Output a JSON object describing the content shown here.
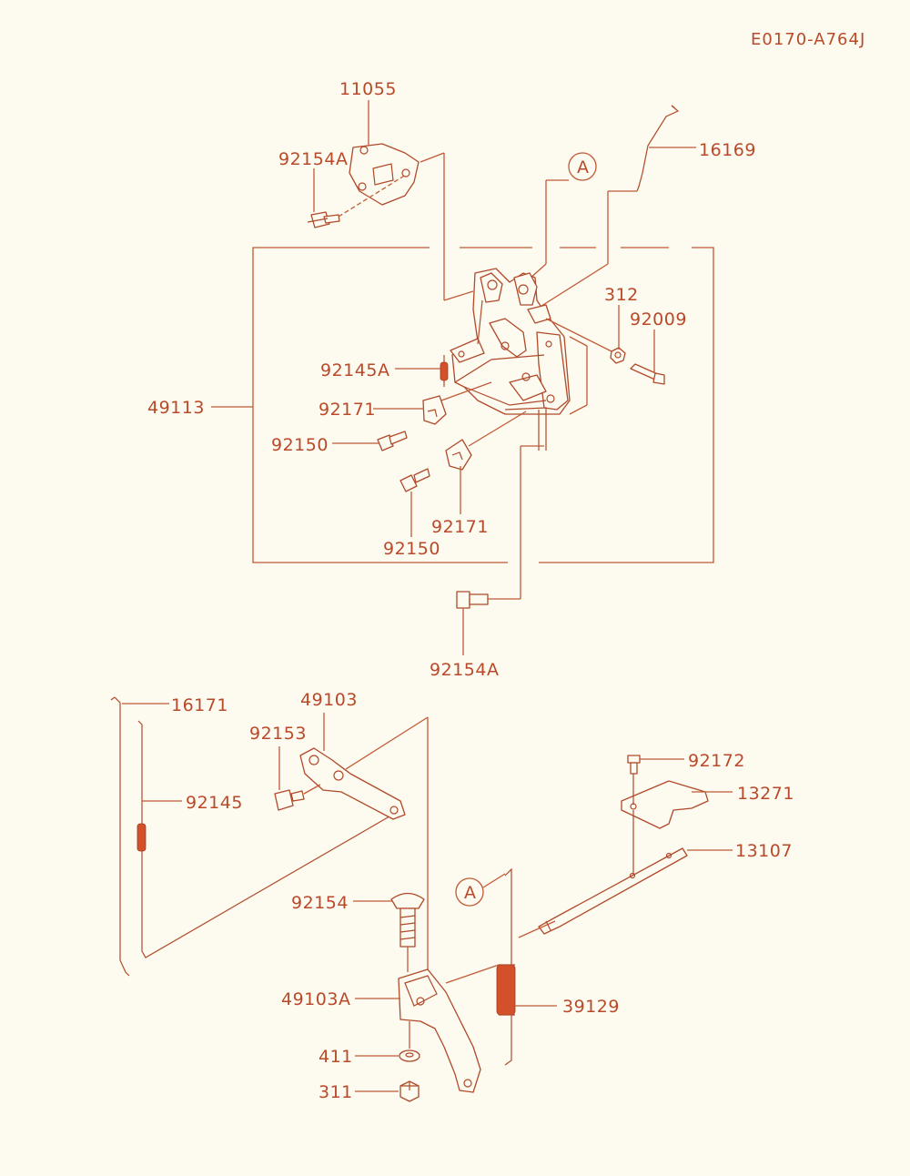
{
  "diagram_code": "E0170-A764J",
  "colors": {
    "line": "#c05a35",
    "text": "#b84a2a",
    "background": "#fdfaf0"
  },
  "parts": {
    "p11055": "11055",
    "p92154A_top": "92154A",
    "p16169": "16169",
    "ref_A_top": "A",
    "p312": "312",
    "p92009": "92009",
    "p92145A": "92145A",
    "p49113": "49113",
    "p92171_a": "92171",
    "p92150_a": "92150",
    "p92150_b": "92150",
    "p92171_b": "92171",
    "p92154A_mid": "92154A",
    "p16171": "16171",
    "p49103": "49103",
    "p92153": "92153",
    "p92145": "92145",
    "p92172": "92172",
    "p13271": "13271",
    "p13107": "13107",
    "ref_A_bottom": "A",
    "p92154": "92154",
    "p49103A": "49103A",
    "p39129": "39129",
    "p411": "411",
    "p311": "311"
  }
}
